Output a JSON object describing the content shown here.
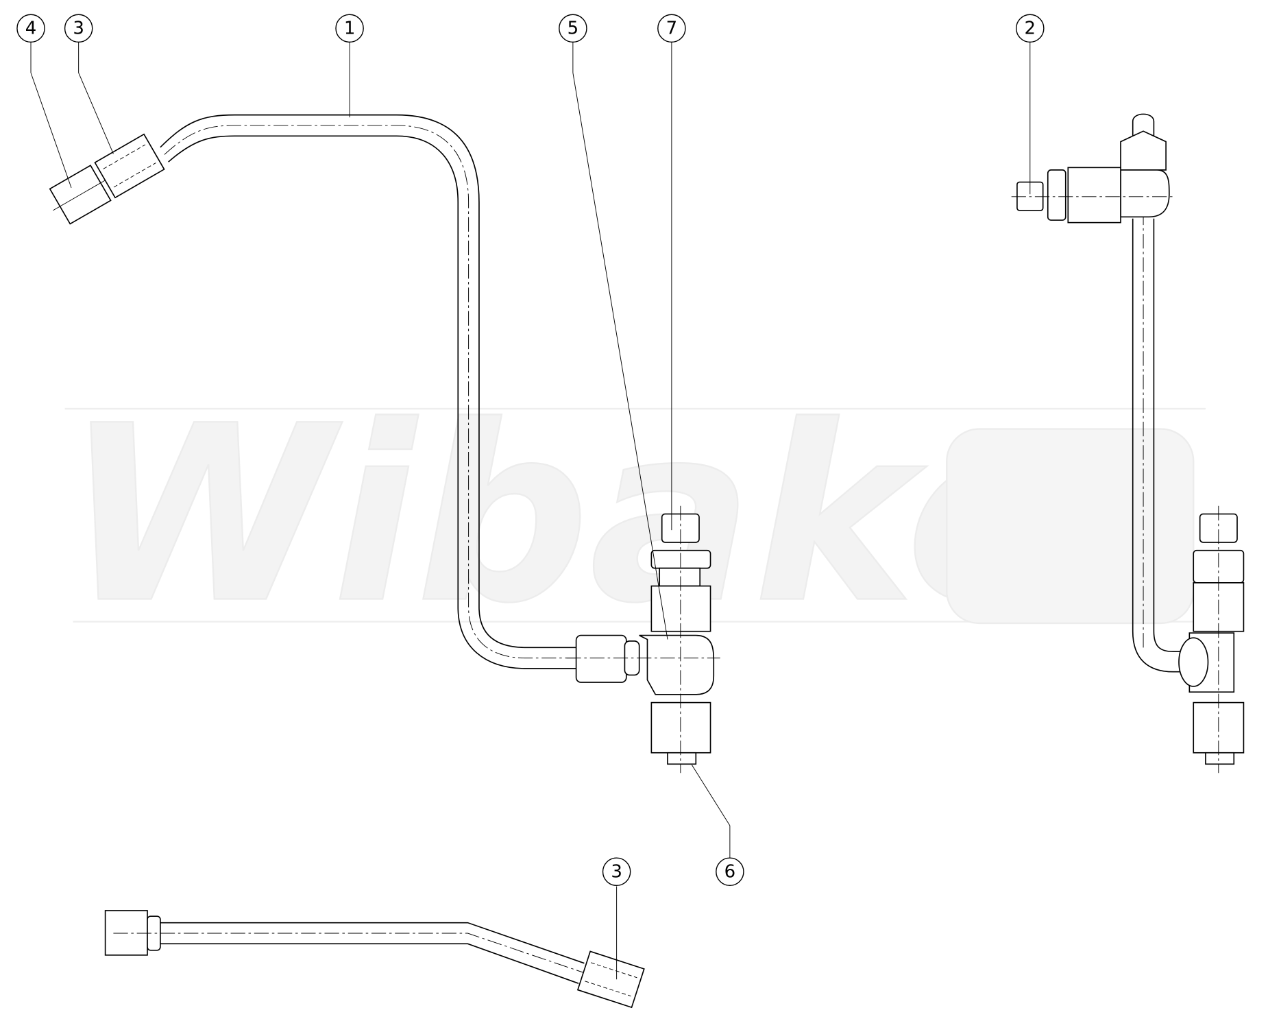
{
  "watermark": {
    "text": "Wibako"
  },
  "callouts": [
    {
      "id": "callout-4",
      "label": "4"
    },
    {
      "id": "callout-3",
      "label": "3"
    },
    {
      "id": "callout-1",
      "label": "1"
    },
    {
      "id": "callout-5",
      "label": "5"
    },
    {
      "id": "callout-7",
      "label": "7"
    },
    {
      "id": "callout-2",
      "label": "2"
    },
    {
      "id": "callout-6",
      "label": "6"
    },
    {
      "id": "callout-3b",
      "label": "3"
    }
  ]
}
